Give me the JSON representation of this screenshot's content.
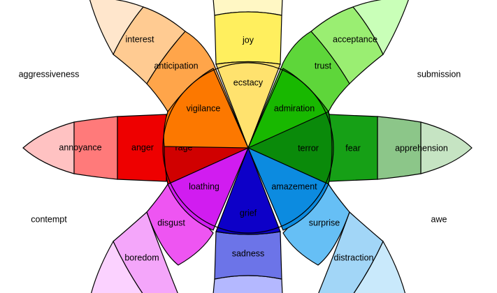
{
  "petals": [
    {
      "id": "joy",
      "labels": [
        "",
        "joy",
        "ecstacy"
      ],
      "colors": [
        "#fff7c4",
        "#ffef5e",
        "#ffe26e"
      ]
    },
    {
      "id": "trust",
      "labels": [
        "",
        "acceptance",
        "trust",
        "admiration"
      ],
      "colors": [
        "#c9ffb8",
        "#9aee72",
        "#5ed63a",
        "#18b800"
      ]
    },
    {
      "id": "fear",
      "labels": [
        "apprehension",
        "fear",
        "terror"
      ],
      "colors": [
        "#c6e4c3",
        "#8cc689",
        "#16a016",
        "#0a8a0a"
      ]
    },
    {
      "id": "surprise",
      "labels": [
        "",
        "distraction",
        "surprise",
        "amazement"
      ],
      "colors": [
        "#c9e9fb",
        "#a2d6f7",
        "#66bff5",
        "#0c8be0"
      ]
    },
    {
      "id": "sadness",
      "labels": [
        "",
        "sadness",
        "grief"
      ],
      "colors": [
        "#b4b8ff",
        "#6c74e8",
        "#0d00c8"
      ]
    },
    {
      "id": "disgust",
      "labels": [
        "",
        "boredom",
        "disgust",
        "loathing"
      ],
      "colors": [
        "#fbd2ff",
        "#f4a6fa",
        "#ee55f2",
        "#d11cf0"
      ]
    },
    {
      "id": "anger",
      "labels": [
        "annoyance",
        "anger",
        "rage"
      ],
      "colors": [
        "#ffc2c2",
        "#ff7a7a",
        "#ee0000",
        "#d00000"
      ]
    },
    {
      "id": "anticipation",
      "labels": [
        "",
        "interest",
        "anticipation",
        "vigilance"
      ],
      "colors": [
        "#ffe6cc",
        "#ffcb92",
        "#ffa54a",
        "#fc7800"
      ]
    }
  ],
  "dyads": [
    "aggressiveness",
    "submission",
    "contempt",
    "awe"
  ]
}
